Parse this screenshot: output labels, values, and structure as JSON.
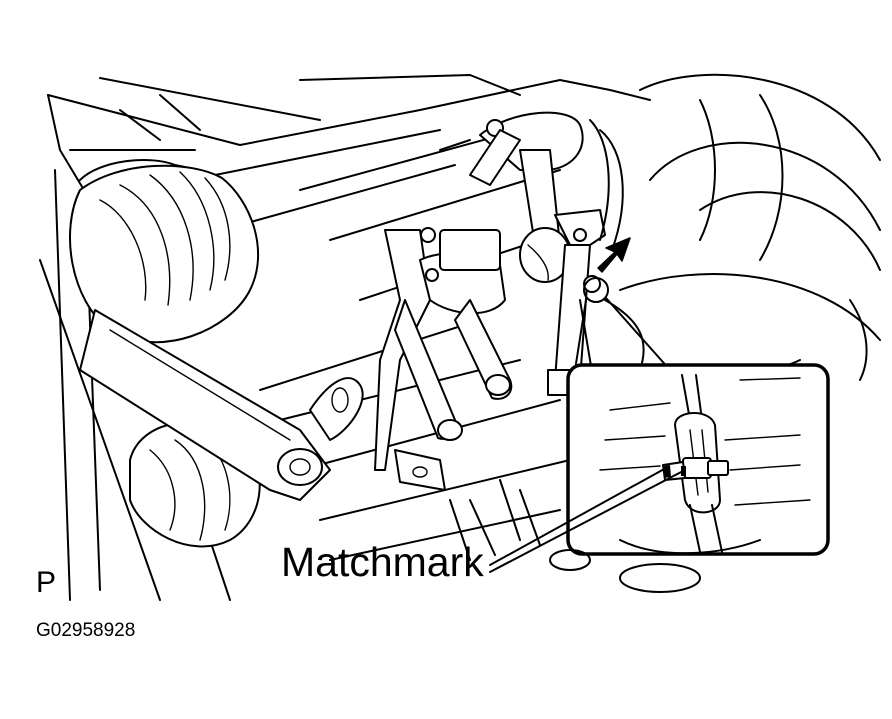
{
  "labels": {
    "matchmark": "Matchmark",
    "view_letter": "P",
    "figure_code": "G02958928"
  },
  "colors": {
    "line": "#000000",
    "background": "#ffffff",
    "arrow": "#000000"
  }
}
